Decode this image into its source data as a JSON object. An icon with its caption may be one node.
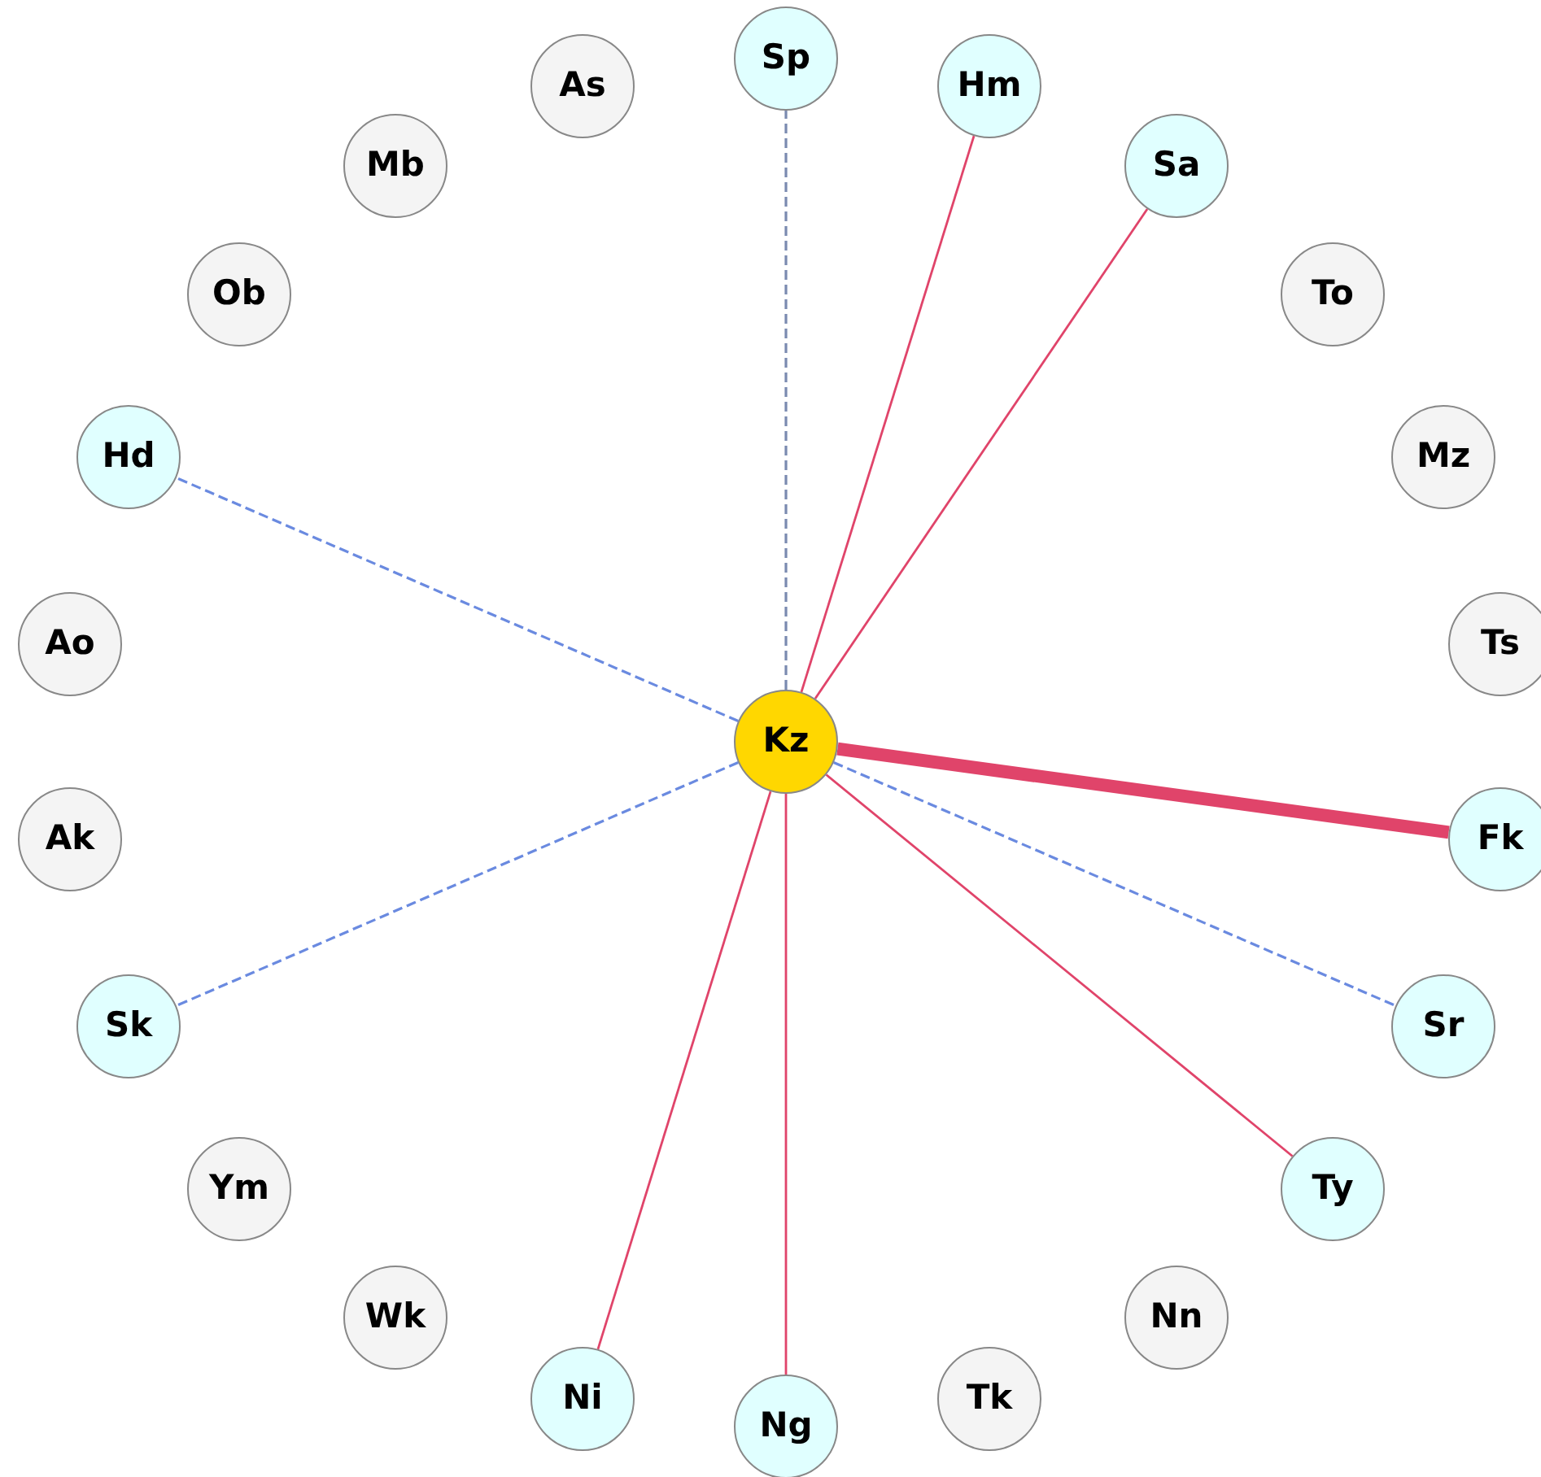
{
  "diagram": {
    "nodes": [
      {
        "text": [
          "Sp"
        ]
      },
      {
        "text": [
          "As"
        ]
      },
      {
        "text": [
          "Hm"
        ]
      },
      {
        "text": [
          "Mb"
        ]
      },
      {
        "text": [
          "Sa"
        ]
      },
      {
        "text": [
          "Ob"
        ]
      },
      {
        "text": [
          "To"
        ]
      },
      {
        "text": [
          "Hd"
        ]
      },
      {
        "text": [
          "Mz"
        ]
      },
      {
        "text": [
          "Ao"
        ]
      },
      {
        "text": [
          "Ts"
        ]
      },
      {
        "text": [
          "Kz"
        ]
      },
      {
        "text": [
          "Ak"
        ]
      },
      {
        "text": [
          "Fk"
        ]
      },
      {
        "text": [
          "Sk"
        ]
      },
      {
        "text": [
          "Sr"
        ]
      },
      {
        "text": [
          "Ym"
        ]
      },
      {
        "text": [
          "Ty"
        ]
      },
      {
        "text": [
          "Wk"
        ]
      },
      {
        "text": [
          "Nn"
        ]
      },
      {
        "text": [
          "Ni"
        ]
      },
      {
        "text": [
          "Tk"
        ]
      },
      {
        "text": [
          "Ng"
        ]
      }
    ],
    "edges": [
      {
        "from": 11,
        "to": 0,
        "arrow": "none",
        "style": "dashed",
        "color": "#7a8ab0"
      },
      {
        "from": 11,
        "to": 2,
        "arrow": "none"
      },
      {
        "from": 11,
        "to": 4,
        "arrow": "none"
      },
      {
        "from": 11,
        "to": 7,
        "arrow": "none",
        "style": "dashed",
        "color": "#6a8ae0"
      },
      {
        "from": 11,
        "to": 13,
        "arrow": "none",
        "style": "thick"
      },
      {
        "from": 11,
        "to": 14,
        "arrow": "none",
        "style": "dashed",
        "color": "#6a8ae0"
      },
      {
        "from": 11,
        "to": 15,
        "arrow": "none",
        "style": "dashed",
        "color": "#6a8ae0"
      },
      {
        "from": 11,
        "to": 17,
        "arrow": "none"
      },
      {
        "from": 11,
        "to": 20,
        "arrow": "none"
      },
      {
        "from": 11,
        "to": 22,
        "arrow": "none"
      }
    ]
  }
}
